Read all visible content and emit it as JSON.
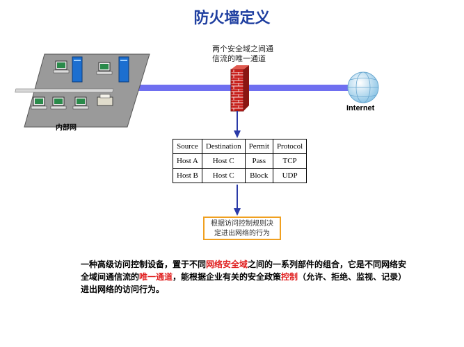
{
  "title": "防火墙定义",
  "callout": {
    "line1": "两个安全域之间通",
    "line2": "信流的唯一通道"
  },
  "internet_label": "Internet",
  "lan_label": "内部网",
  "rules_table": {
    "headers": [
      "Source",
      "Destination",
      "Permit",
      "Protocol"
    ],
    "rows": [
      [
        "Host A",
        "Host C",
        "Pass",
        "TCP"
      ],
      [
        "Host B",
        "Host C",
        "Block",
        "UDP"
      ]
    ]
  },
  "decision_box": {
    "line1": "根据访问控制规则决",
    "line2": "定进出网络的行为"
  },
  "definition": {
    "part1": "一种高级访问控制设备，置于不同",
    "hl1": "网络安全域",
    "part2": "之间的一系列部件的组合，它是不同网络安全域间通信流的",
    "hl2": "唯一通道",
    "part3": "，能根据企业有关的安全政策",
    "hl3": "控制",
    "part4": "（允许、拒绝、监视、记录）进出网络的访问行为。"
  },
  "colors": {
    "title": "#1f3fa0",
    "link": "#6f6ff0",
    "arrow": "#2a3aa8",
    "wall": "#c8201c",
    "highlight": "#e02020",
    "decision_border": "#f0a020"
  }
}
